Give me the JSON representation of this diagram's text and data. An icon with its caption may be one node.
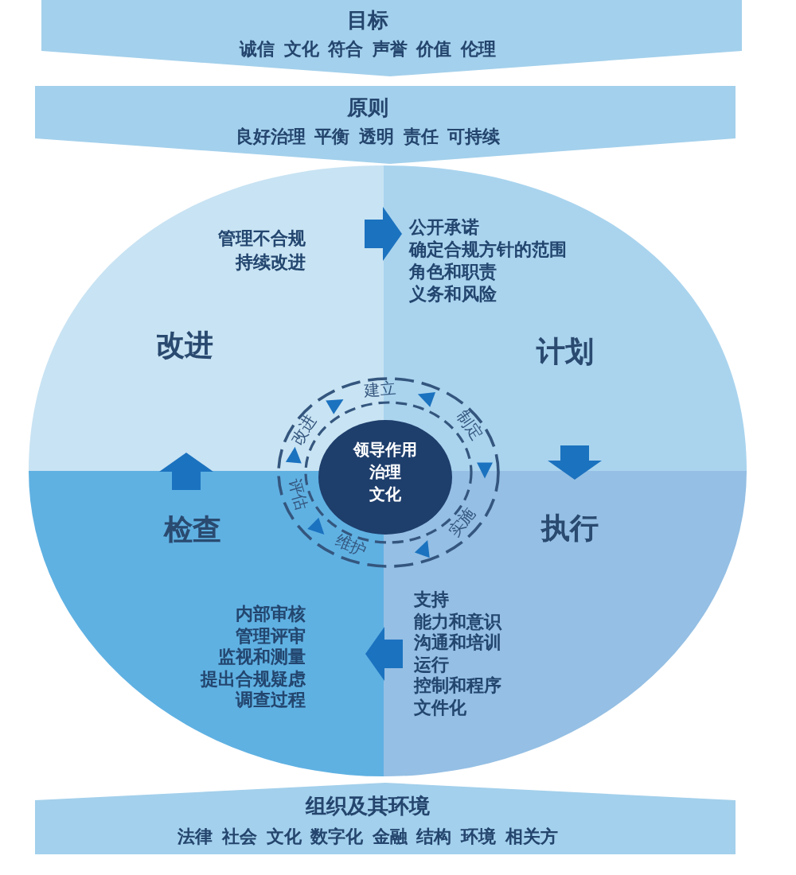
{
  "diagram": {
    "nodes": [
      {
        "text": [
          "目标",
          "诚信 文化 符合 声誉 价值 伦理"
        ]
      },
      {
        "text": [
          "原则",
          "良好治理 平衡 透明 责任 可持续"
        ]
      },
      {
        "text": [
          "管理不合规",
          "持续改进",
          "改进"
        ]
      },
      {
        "text": [
          "公开承诺",
          "确定合规方针的范围",
          "角色和职责",
          "义务和风险",
          "计划"
        ]
      },
      {
        "text": [
          "领导作用",
          "治理",
          "文化"
        ]
      },
      {
        "text": [
          "检查",
          "内部审核",
          "管理评审",
          "监视和测量",
          "提出合规疑虑",
          "调查过程"
        ]
      },
      {
        "text": [
          "执行",
          "支持",
          "能力和意识",
          "沟通和培训",
          "运行",
          "控制和程序",
          "文件化"
        ]
      },
      {
        "text": [
          "组织及其环境",
          "法律 社会 文化 数字化 金融 结构 环境 相关方"
        ]
      }
    ],
    "edges": [
      {
        "from": 2,
        "to": 3,
        "arrow": "to"
      },
      {
        "from": 3,
        "to": 6,
        "arrow": "to"
      },
      {
        "from": 6,
        "to": 5,
        "arrow": "to"
      },
      {
        "from": 5,
        "to": 2,
        "arrow": "to"
      }
    ],
    "labels": [
      "建立",
      "制定",
      "实施",
      "维护",
      "评估",
      "改进"
    ]
  }
}
